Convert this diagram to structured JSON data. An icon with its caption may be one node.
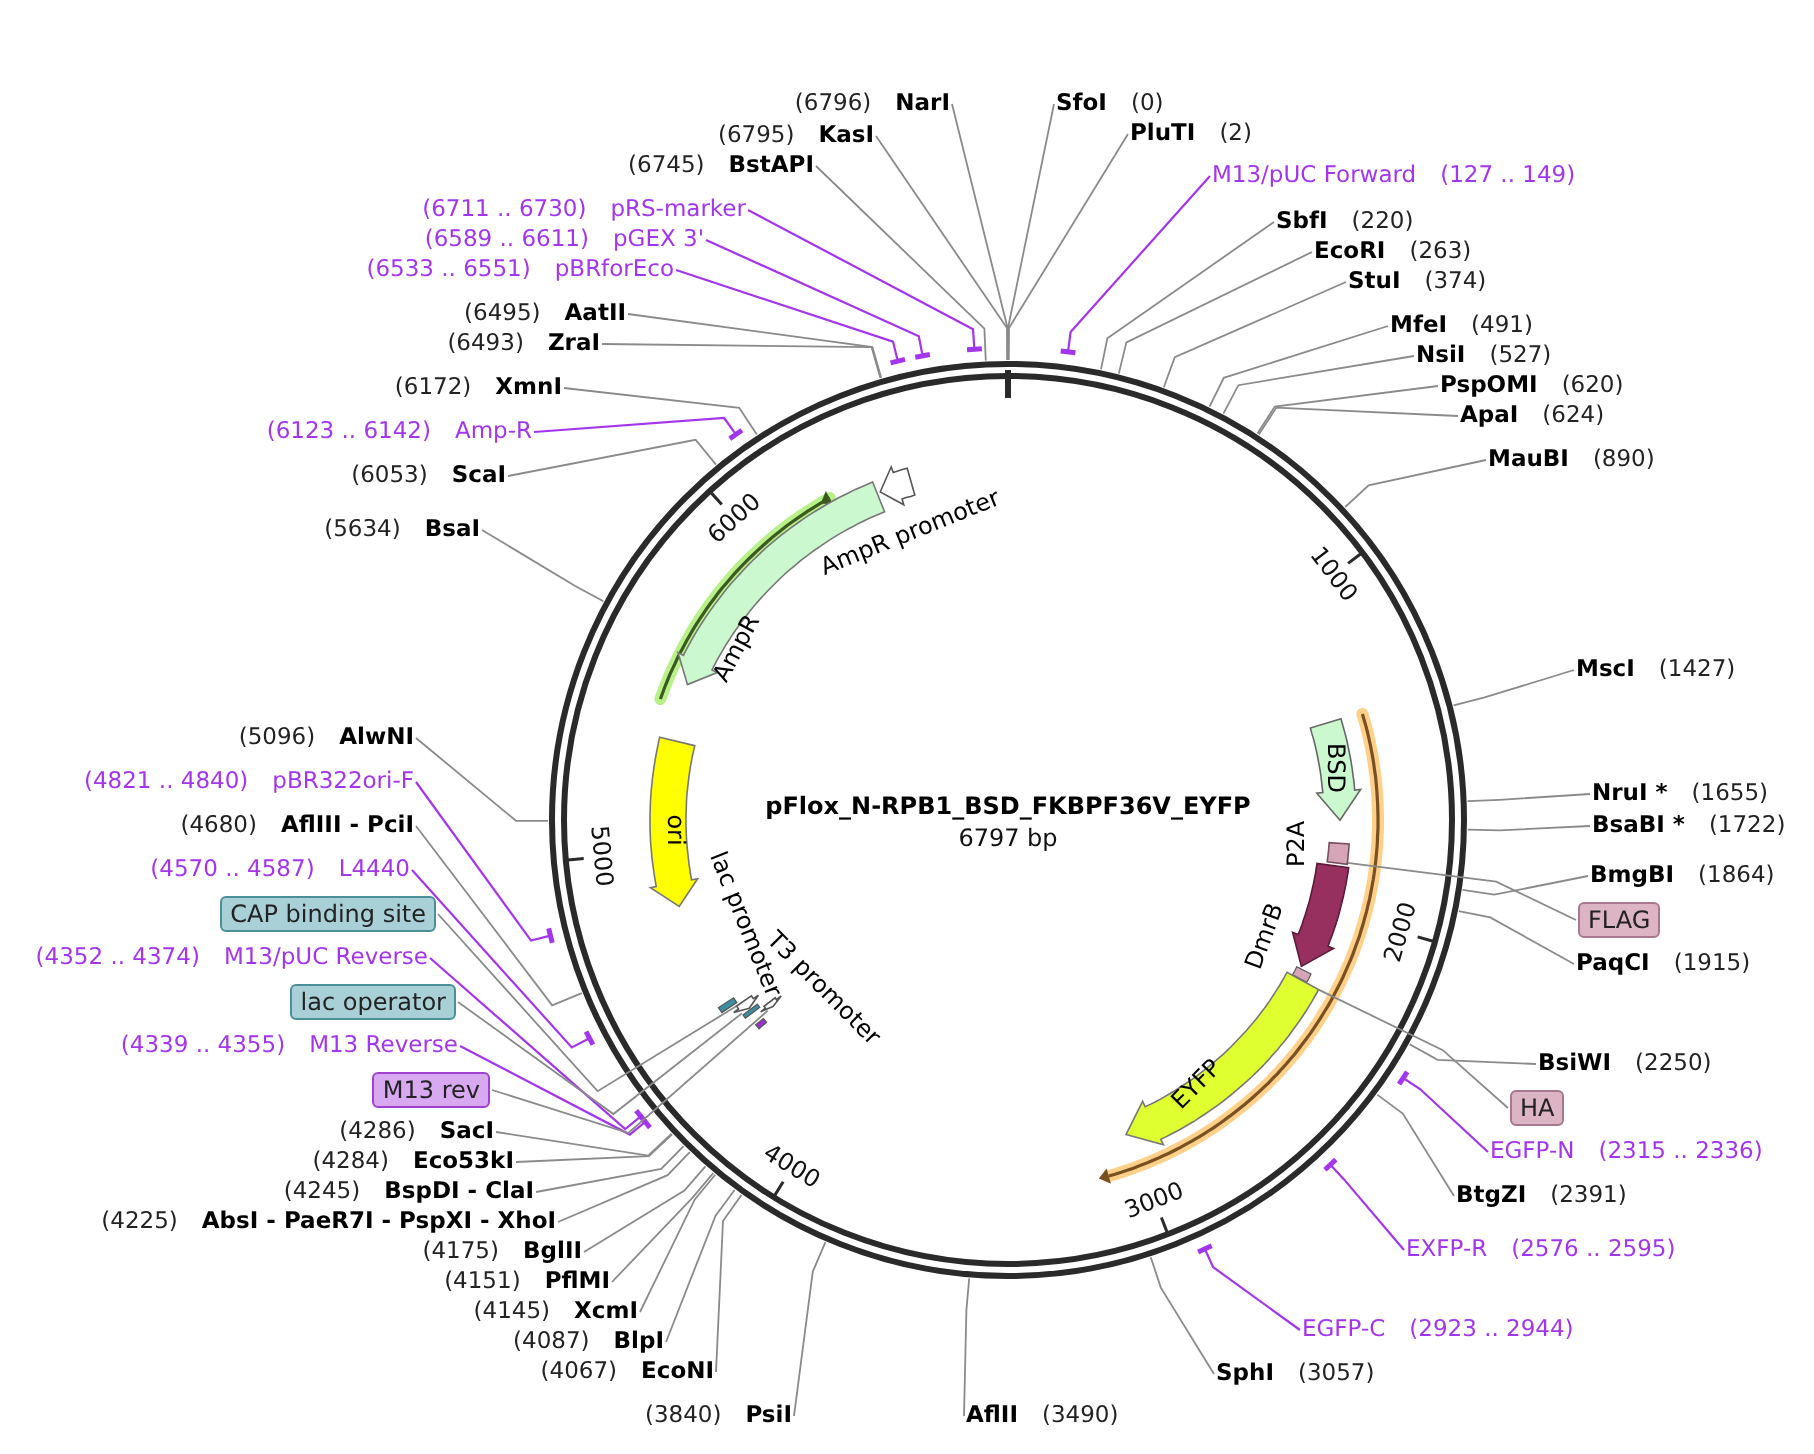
{
  "diagram": {
    "title": "pFlox_N-RPB1_BSD_FKBPF36V_EYFP",
    "nodes": [
      {
        "text": [
          "(6796)",
          "NarI"
        ]
      },
      {
        "text": [
          "(6795)",
          "KasI"
        ]
      },
      {
        "text": [
          "(6745)",
          "BstAPI"
        ]
      },
      {
        "text": [
          "(6711 .. 6730)",
          "pRS-marker"
        ]
      },
      {
        "text": [
          "(6589 .. 6611)",
          "pGEX 3'"
        ]
      },
      {
        "text": [
          "(6533 .. 6551)",
          "pBRforEco"
        ]
      },
      {
        "text": [
          "(6495)",
          "AatII"
        ]
      },
      {
        "text": [
          "(6493)",
          "ZraI"
        ]
      },
      {
        "text": [
          "(6172)",
          "XmnI"
        ]
      },
      {
        "text": [
          "(6123 .. 6142)",
          "Amp-R"
        ]
      },
      {
        "text": [
          "(6053)",
          "ScaI"
        ]
      },
      {
        "text": [
          "(5634)",
          "BsaI"
        ]
      },
      {
        "text": [
          "(5096)",
          "AlwNI"
        ]
      },
      {
        "text": [
          "(4821 .. 4840)",
          "pBR322ori-F"
        ]
      },
      {
        "text": [
          "(4680)",
          "AflIII - PciI"
        ]
      },
      {
        "text": [
          "(4570 .. 4587)",
          "L4440"
        ]
      },
      {
        "text": [
          "CAP binding site"
        ]
      },
      {
        "text": [
          "(4352 .. 4374)",
          "M13/pUC Reverse"
        ]
      },
      {
        "text": [
          "lac operator"
        ]
      },
      {
        "text": [
          "(4339 .. 4355)",
          "M13 Reverse"
        ]
      },
      {
        "text": [
          "M13 rev"
        ]
      },
      {
        "text": [
          "(4286)",
          "SacI"
        ]
      },
      {
        "text": [
          "(4284)",
          "Eco53kI"
        ]
      },
      {
        "text": [
          "(4245)",
          "BspDI - ClaI"
        ]
      },
      {
        "text": [
          "(4225)",
          "AbsI - PaeR7I - PspXI - XhoI"
        ]
      },
      {
        "text": [
          "(4175)",
          "BglII"
        ]
      },
      {
        "text": [
          "(4151)",
          "PflMI"
        ]
      },
      {
        "text": [
          "(4145)",
          "XcmI"
        ]
      },
      {
        "text": [
          "(4087)",
          "BlpI"
        ]
      },
      {
        "text": [
          "(4067)",
          "EcoNI"
        ]
      },
      {
        "text": [
          "(3840)",
          "PsiI"
        ]
      },
      {
        "text": [
          "SfoI",
          "(0)"
        ]
      },
      {
        "text": [
          "PluTI",
          "(2)"
        ]
      },
      {
        "text": [
          "M13/pUC Forward",
          "(127 .. 149)"
        ]
      },
      {
        "text": [
          "SbfI",
          "(220)"
        ]
      },
      {
        "text": [
          "EcoRI",
          "(263)"
        ]
      },
      {
        "text": [
          "StuI",
          "(374)"
        ]
      },
      {
        "text": [
          "MfeI",
          "(491)"
        ]
      },
      {
        "text": [
          "NsiI",
          "(527)"
        ]
      },
      {
        "text": [
          "PspOMI",
          "(620)"
        ]
      },
      {
        "text": [
          "ApaI",
          "(624)"
        ]
      },
      {
        "text": [
          "MauBI",
          "(890)"
        ]
      },
      {
        "text": [
          "MscI",
          "(1427)"
        ]
      },
      {
        "text": [
          "NruI *",
          "(1655)"
        ]
      },
      {
        "text": [
          "BsaBI *",
          "(1722)"
        ]
      },
      {
        "text": [
          "BmgBI",
          "(1864)"
        ]
      },
      {
        "text": [
          "FLAG"
        ]
      },
      {
        "text": [
          "PaqCI",
          "(1915)"
        ]
      },
      {
        "text": [
          "BsiWI",
          "(2250)"
        ]
      },
      {
        "text": [
          "HA"
        ]
      },
      {
        "text": [
          "EGFP-N",
          "(2315 .. 2336)"
        ]
      },
      {
        "text": [
          "BtgZI",
          "(2391)"
        ]
      },
      {
        "text": [
          "EXFP-R",
          "(2576 .. 2595)"
        ]
      },
      {
        "text": [
          "EGFP-C",
          "(2923 .. 2944)"
        ]
      },
      {
        "text": [
          "SphI",
          "(3057)"
        ]
      },
      {
        "text": [
          "AflII",
          "(3490)"
        ]
      },
      {
        "text": [
          "AmpR promoter"
        ]
      },
      {
        "text": [
          "AmpR"
        ]
      },
      {
        "text": [
          "ori"
        ]
      },
      {
        "text": [
          "lac promoter"
        ]
      },
      {
        "text": [
          "T3 promoter"
        ]
      },
      {
        "text": [
          "BSD"
        ]
      },
      {
        "text": [
          "P2A"
        ]
      },
      {
        "text": [
          "DmrB"
        ]
      },
      {
        "text": [
          "EYFP"
        ]
      }
    ],
    "edges": [
      {
        "from": 0,
        "to": null,
        "arrow": "none"
      },
      {
        "from": 1,
        "to": null,
        "arrow": "none"
      },
      {
        "from": 2,
        "to": null,
        "arrow": "none"
      },
      {
        "from": 3,
        "to": null,
        "arrow": "none",
        "color": "#a335ee"
      },
      {
        "from": 4,
        "to": null,
        "arrow": "none",
        "color": "#a335ee"
      },
      {
        "from": 5,
        "to": null,
        "arrow": "none",
        "color": "#a335ee"
      },
      {
        "from": 6,
        "to": null,
        "arrow": "none"
      },
      {
        "from": 7,
        "to": null,
        "arrow": "none"
      },
      {
        "from": 8,
        "to": null,
        "arrow": "none"
      },
      {
        "from": 9,
        "to": null,
        "arrow": "none",
        "color": "#a335ee"
      },
      {
        "from": 10,
        "to": null,
        "arrow": "none"
      },
      {
        "from": 11,
        "to": null,
        "arrow": "none"
      },
      {
        "from": 12,
        "to": null,
        "arrow": "none"
      },
      {
        "from": 13,
        "to": null,
        "arrow": "none",
        "color": "#a335ee"
      },
      {
        "from": 14,
        "to": null,
        "arrow": "none"
      },
      {
        "from": 15,
        "to": null,
        "arrow": "none",
        "color": "#a335ee"
      },
      {
        "from": 16,
        "to": 59,
        "arrow": "none"
      },
      {
        "from": 17,
        "to": null,
        "arrow": "none",
        "color": "#a335ee"
      },
      {
        "from": 18,
        "to": 59,
        "arrow": "none"
      },
      {
        "from": 19,
        "to": null,
        "arrow": "none",
        "color": "#a335ee"
      },
      {
        "from": 20,
        "to": 60,
        "arrow": "none"
      },
      {
        "from": 21,
        "to": null,
        "arrow": "none"
      },
      {
        "from": 22,
        "to": null,
        "arrow": "none"
      },
      {
        "from": 23,
        "to": null,
        "arrow": "none"
      },
      {
        "from": 24,
        "to": null,
        "arrow": "none"
      },
      {
        "from": 25,
        "to": null,
        "arrow": "none"
      },
      {
        "from": 26,
        "to": null,
        "arrow": "none"
      },
      {
        "from": 27,
        "to": null,
        "arrow": "none"
      },
      {
        "from": 28,
        "to": null,
        "arrow": "none"
      },
      {
        "from": 29,
        "to": null,
        "arrow": "none"
      },
      {
        "from": 30,
        "to": null,
        "arrow": "none"
      },
      {
        "from": 31,
        "to": null,
        "arrow": "none"
      },
      {
        "from": 32,
        "to": null,
        "arrow": "none"
      },
      {
        "from": 33,
        "to": null,
        "arrow": "none",
        "color": "#a335ee"
      },
      {
        "from": 34,
        "to": null,
        "arrow": "none"
      },
      {
        "from": 35,
        "to": null,
        "arrow": "none"
      },
      {
        "from": 36,
        "to": null,
        "arrow": "none"
      },
      {
        "from": 37,
        "to": null,
        "arrow": "none"
      },
      {
        "from": 38,
        "to": null,
        "arrow": "none"
      },
      {
        "from": 39,
        "to": null,
        "arrow": "none"
      },
      {
        "from": 40,
        "to": null,
        "arrow": "none"
      },
      {
        "from": 41,
        "to": null,
        "arrow": "none"
      },
      {
        "from": 42,
        "to": null,
        "arrow": "none"
      },
      {
        "from": 43,
        "to": null,
        "arrow": "none"
      },
      {
        "from": 44,
        "to": null,
        "arrow": "none"
      },
      {
        "from": 45,
        "to": null,
        "arrow": "none"
      },
      {
        "from": 46,
        "to": 62,
        "arrow": "none"
      },
      {
        "from": 47,
        "to": null,
        "arrow": "none"
      },
      {
        "from": 48,
        "to": null,
        "arrow": "none"
      },
      {
        "from": 49,
        "to": 64,
        "arrow": "none"
      },
      {
        "from": 50,
        "to": null,
        "arrow": "none",
        "color": "#a335ee"
      },
      {
        "from": 51,
        "to": null,
        "arrow": "none"
      },
      {
        "from": 52,
        "to": null,
        "arrow": "none",
        "color": "#a335ee"
      },
      {
        "from": 53,
        "to": null,
        "arrow": "none",
        "color": "#a335ee"
      },
      {
        "from": 54,
        "to": null,
        "arrow": "none"
      },
      {
        "from": 55,
        "to": null,
        "arrow": "none"
      }
    ],
    "labels": [
      "1000",
      "2000",
      "3000",
      "4000",
      "5000",
      "6000",
      "6797 bp"
    ]
  }
}
